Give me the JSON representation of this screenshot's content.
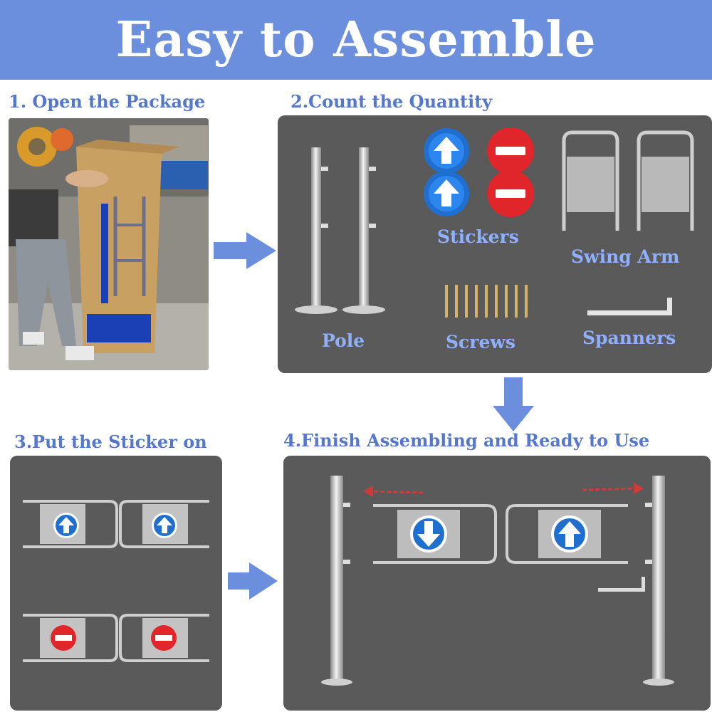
{
  "banner": {
    "title": "Easy to Assemble",
    "color": "#6b8fdc"
  },
  "steps": {
    "step1": {
      "title": "1. Open the Package"
    },
    "step2": {
      "title": "2.Count the Quantity",
      "labels": {
        "pole": "Pole",
        "stickers": "Stickers",
        "swing_arm": "Swing Arm",
        "screws": "Screws",
        "spanners": "Spanners"
      }
    },
    "step3": {
      "title": "3.Put the Sticker on"
    },
    "step4": {
      "title": "4.Finish Assembling and Ready to Use"
    }
  },
  "colors": {
    "panel": "#5a5a5a",
    "label": "#8fb0ff",
    "title": "#5577cc",
    "arrow": "#6b8fdc",
    "sticker_blue": "#1f6fd1",
    "sticker_red": "#e0262b"
  },
  "icons": [
    "arrow-right-icon",
    "arrow-down-icon",
    "up-arrow-sticker-icon",
    "no-entry-sticker-icon",
    "down-arrow-sticker-icon"
  ]
}
